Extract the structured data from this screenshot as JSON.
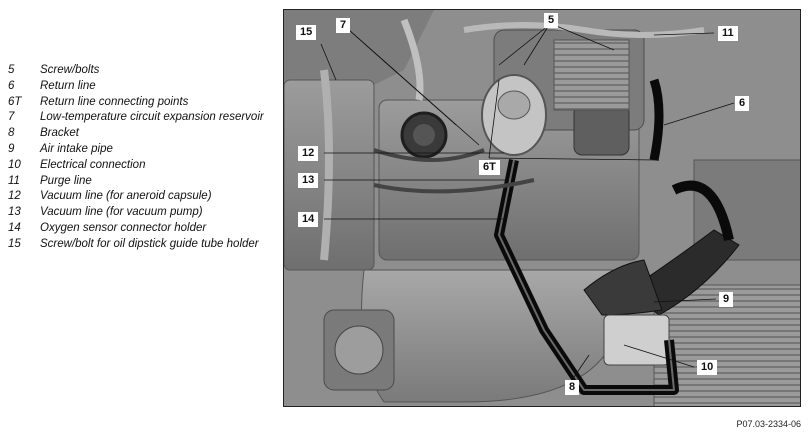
{
  "legend": [
    {
      "num": "5",
      "text": "Screw/bolts"
    },
    {
      "num": "6",
      "text": "Return line"
    },
    {
      "num": "6T",
      "text": "Return line connecting points"
    },
    {
      "num": "7",
      "text": "Low-temperature circuit expansion reservoir"
    },
    {
      "num": "8",
      "text": "Bracket"
    },
    {
      "num": "9",
      "text": "Air intake pipe"
    },
    {
      "num": "10",
      "text": "Electrical connection"
    },
    {
      "num": "11",
      "text": "Purge line"
    },
    {
      "num": "12",
      "text": "Vacuum line (for aneroid capsule)"
    },
    {
      "num": "13",
      "text": "Vacuum line (for vacuum pump)"
    },
    {
      "num": "14",
      "text": "Oxygen sensor connector holder"
    },
    {
      "num": "15",
      "text": "Screw/bolt for oil dipstick guide tube holder"
    }
  ],
  "callouts": {
    "c5": "5",
    "c6": "6",
    "c6t": "6T",
    "c7": "7",
    "c8": "8",
    "c9": "9",
    "c10": "10",
    "c11": "11",
    "c12": "12",
    "c13": "13",
    "c14": "14",
    "c15": "15"
  },
  "figure_id": "P07.03-2334-06",
  "colors": {
    "line_black": "#0a0a0a",
    "engine_grey": "#8b8b8b"
  }
}
